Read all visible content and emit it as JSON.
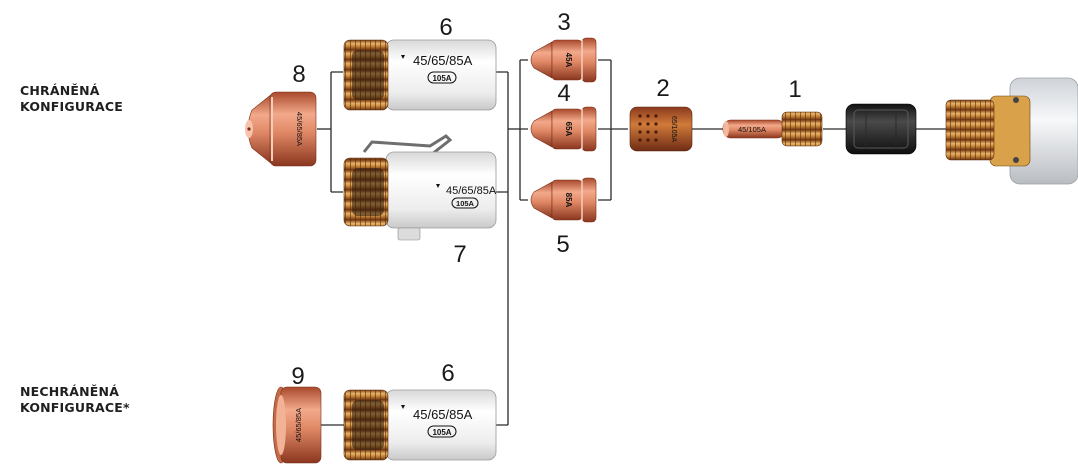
{
  "labels": {
    "shielded": [
      "CHRÁNĚNÁ",
      "KONFIGURACE"
    ],
    "unshielded": [
      "NECHRÁNĚNÁ",
      "KONFIGURACE*"
    ]
  },
  "parts": {
    "p1": "1",
    "p2": "2",
    "p3": "3",
    "p4": "4",
    "p5": "5",
    "p6a": "6",
    "p6b": "6",
    "p7": "7",
    "p8": "8",
    "p9": "9"
  },
  "markings": {
    "cap_rating": "45/65/85A",
    "cap_105": "105A",
    "nozzle3": "45A",
    "nozzle4": "65A",
    "nozzle5": "85A",
    "swirl": "65/105A",
    "electrode": "45/105A",
    "shield8": "45/65/85A",
    "deflector9": "45/65/85A"
  },
  "colors": {
    "copper": "#d9835e",
    "body_white": "#ececec",
    "line": "#2a2a2a",
    "label": "#1f1f1f"
  }
}
